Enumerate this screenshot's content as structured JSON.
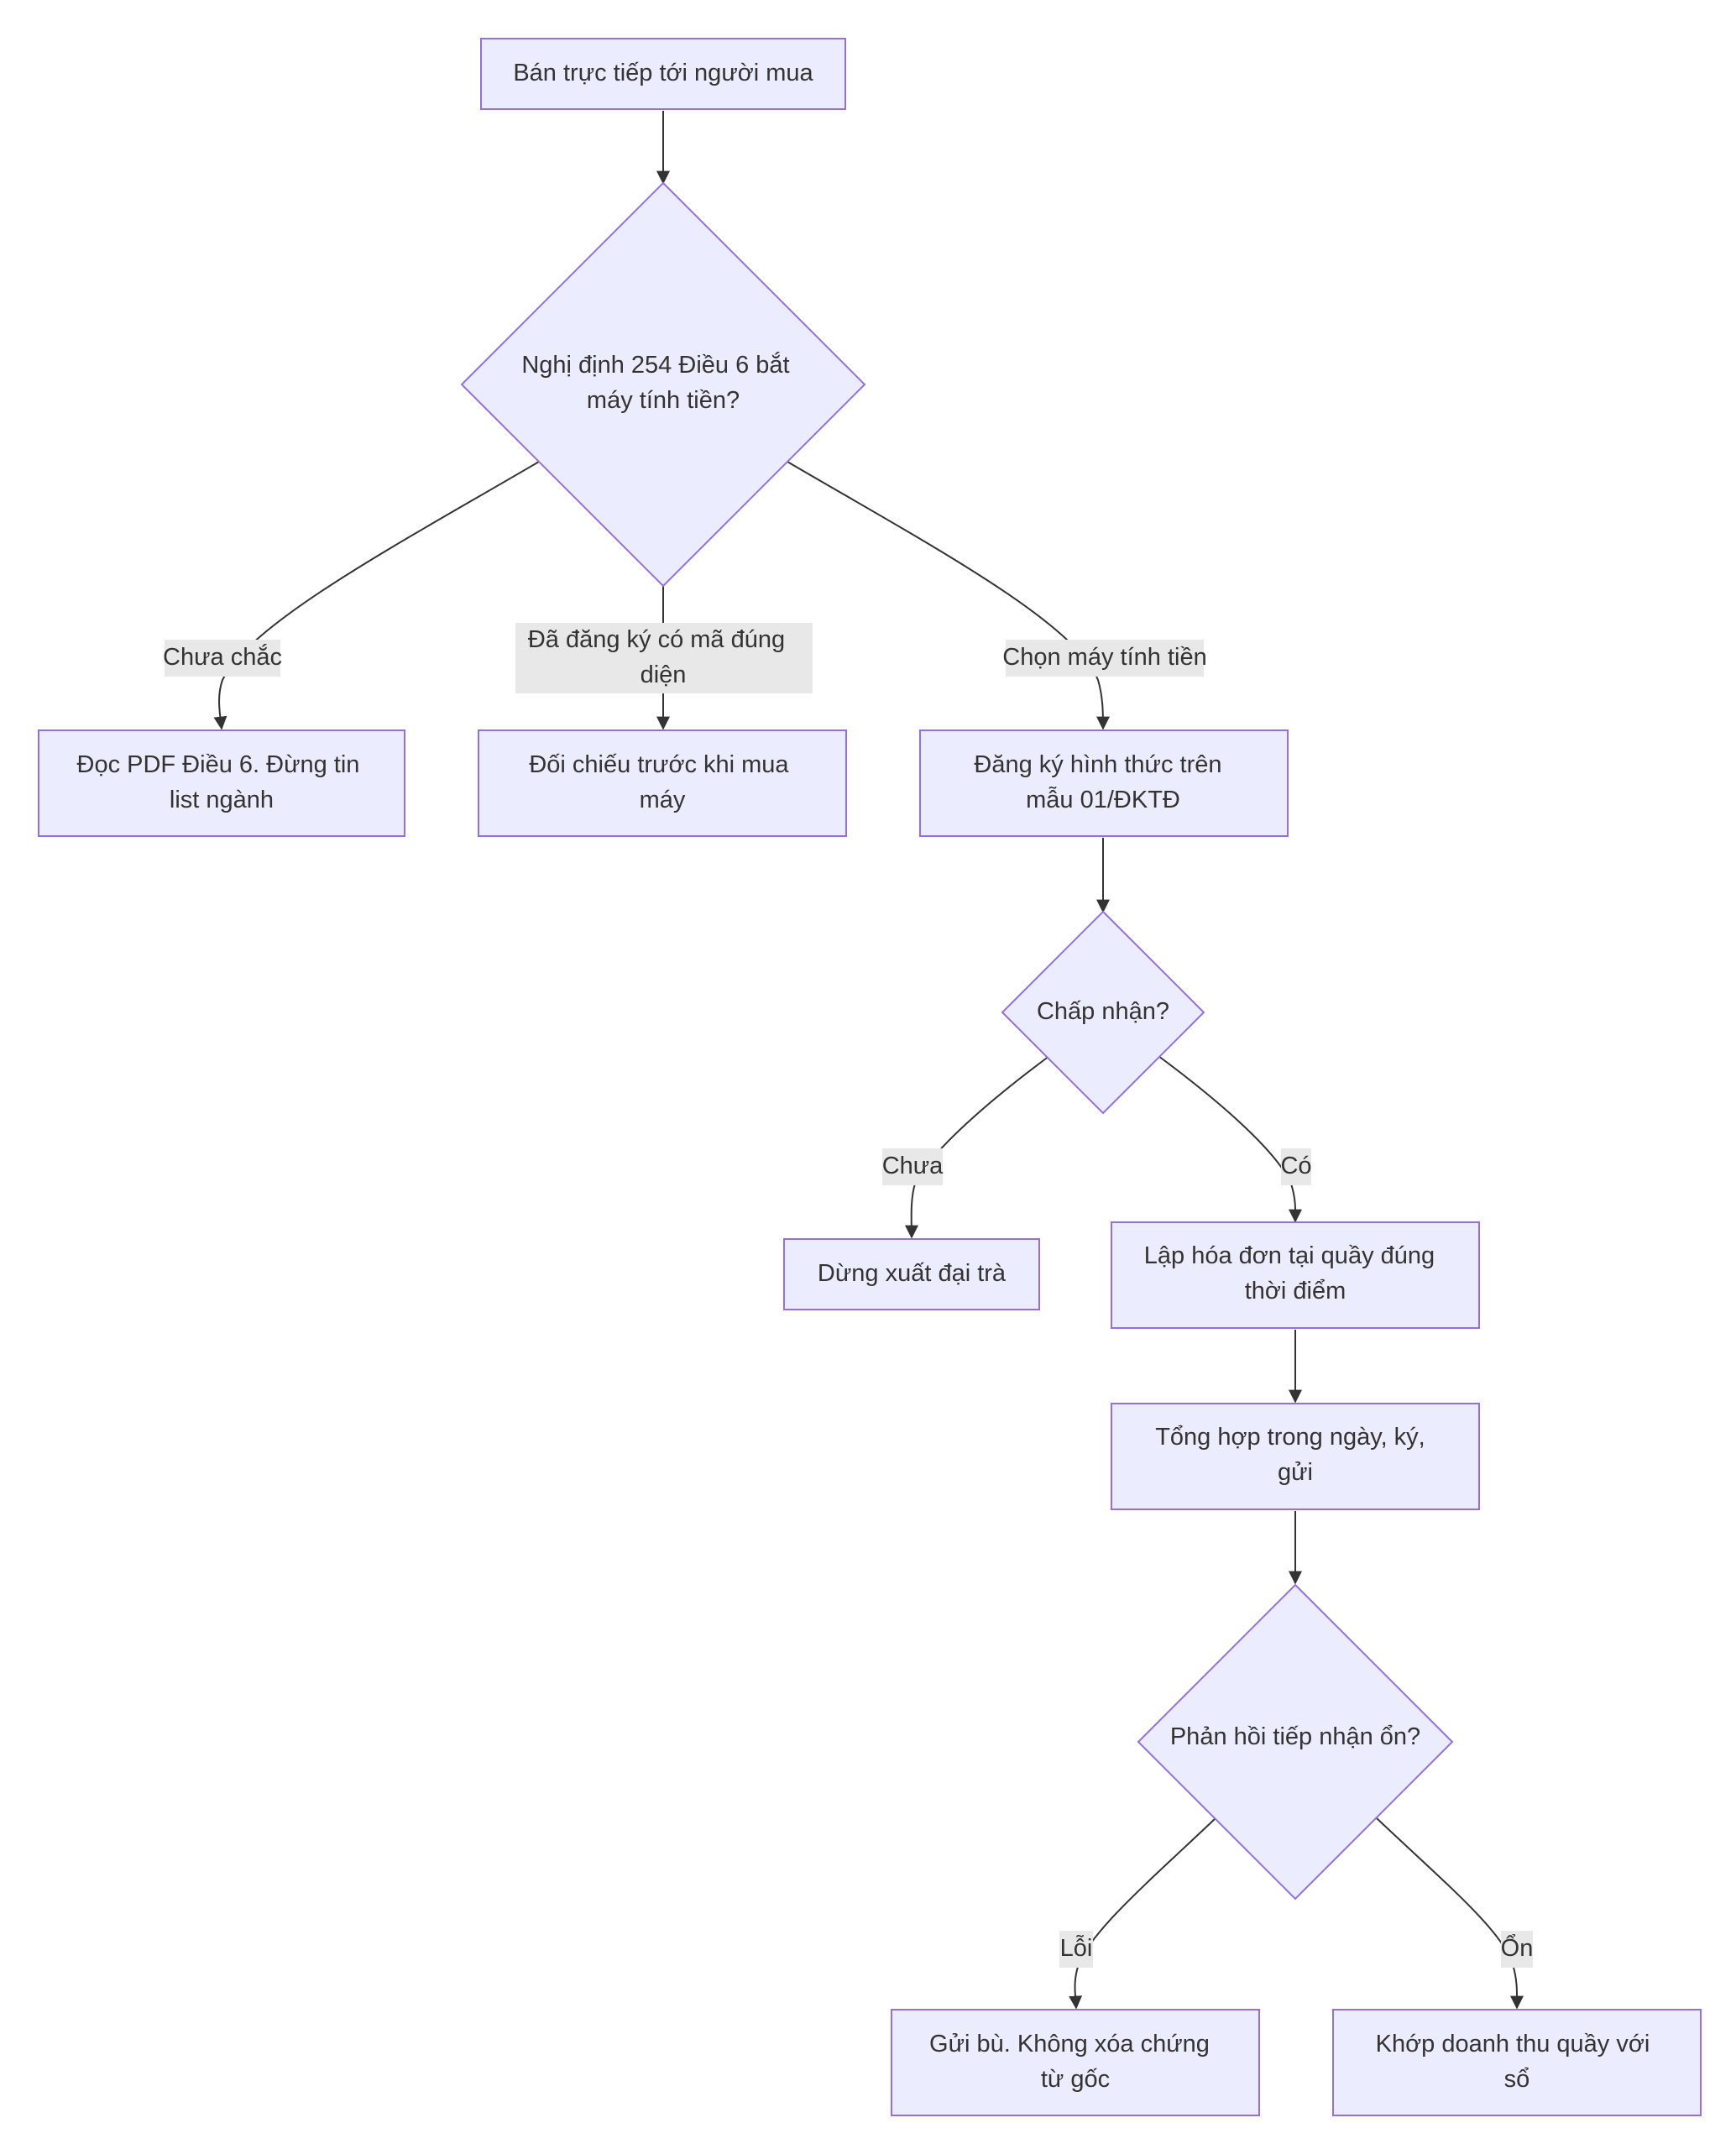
{
  "diagram": {
    "colors": {
      "node_fill": "#ECECFF",
      "node_stroke": "#9370DB",
      "edge": "#333333",
      "label_bg": "#E8E8E8",
      "text": "#333333"
    },
    "nodes": {
      "start": {
        "lines": [
          "Bán trực tiếp tới người mua"
        ]
      },
      "decision_cash_register": {
        "lines": [
          "Nghị định 254 Điều 6 bắt",
          "máy tính tiền?"
        ]
      },
      "read_pdf": {
        "lines": [
          "Đọc PDF Điều 6. Đừng tin",
          "list ngành"
        ]
      },
      "compare_before_buy": {
        "lines": [
          "Đối chiếu trước khi mua",
          "máy"
        ]
      },
      "register_form": {
        "lines": [
          "Đăng ký hình thức trên",
          "mẫu 01/ĐKTĐ"
        ]
      },
      "decision_accepted": {
        "lines": [
          "Chấp nhận?"
        ]
      },
      "stop_mass_issue": {
        "lines": [
          "Dừng xuất đại trà"
        ]
      },
      "issue_invoice": {
        "lines": [
          "Lập hóa đơn tại quầy đúng",
          "thời điểm"
        ]
      },
      "daily_summary": {
        "lines": [
          "Tổng hợp trong ngày, ký,",
          "gửi"
        ]
      },
      "decision_feedback": {
        "lines": [
          "Phản hồi tiếp nhận ổn?"
        ]
      },
      "resend": {
        "lines": [
          "Gửi bù. Không xóa chứng",
          "từ gốc"
        ]
      },
      "reconcile": {
        "lines": [
          "Khớp doanh thu quầy với",
          "sổ"
        ]
      }
    },
    "edge_labels": {
      "not_sure": {
        "lines": [
          "Chưa chắc"
        ]
      },
      "registered_code": {
        "lines": [
          "Đã đăng ký có mã đúng",
          "diện"
        ]
      },
      "choose_register": {
        "lines": [
          "Chọn máy tính tiền"
        ]
      },
      "not_yet": {
        "lines": [
          "Chưa"
        ]
      },
      "yes": {
        "lines": [
          "Có"
        ]
      },
      "error": {
        "lines": [
          "Lỗi"
        ]
      },
      "ok": {
        "lines": [
          "Ổn"
        ]
      }
    }
  }
}
